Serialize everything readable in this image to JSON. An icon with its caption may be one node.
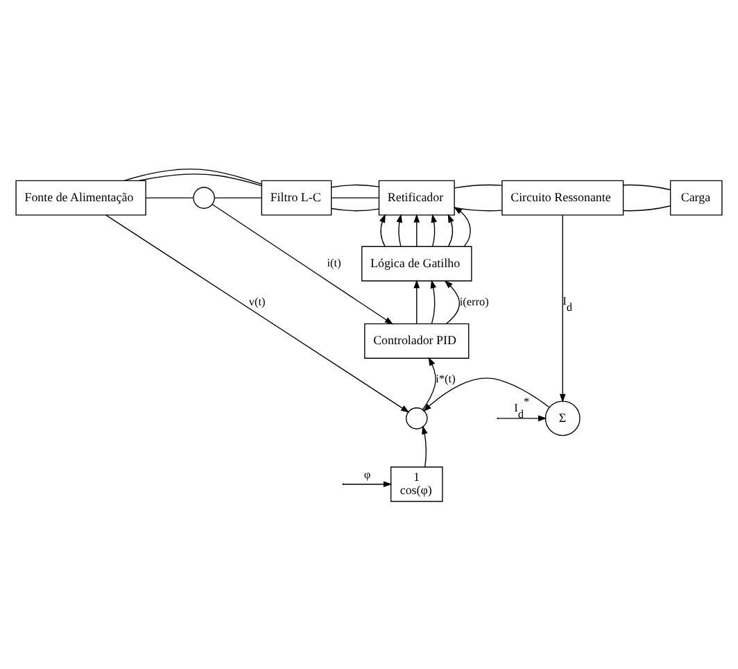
{
  "diagram": {
    "nodes": [
      {
        "text": [
          "Fonte de Alimentação"
        ]
      },
      {
        "text": [],
        "shape": "circle"
      },
      {
        "text": [
          "Filtro L-C"
        ]
      },
      {
        "text": [
          "Retificador"
        ]
      },
      {
        "text": [
          "Circuito Ressonante"
        ]
      },
      {
        "text": [
          "Carga"
        ]
      },
      {
        "text": [
          "Lógica de Gatilho"
        ]
      },
      {
        "text": [
          "Controlador PID"
        ]
      },
      {
        "text": [],
        "shape": "circle"
      },
      {
        "text": [
          "Σ"
        ]
      },
      {
        "text": [
          "1",
          "cos(φ)"
        ]
      }
    ],
    "edges": [
      {
        "from": 0,
        "to": 2,
        "arrow": "none"
      },
      {
        "from": 0,
        "to": 2,
        "arrow": "none"
      },
      {
        "from": 0,
        "to": 1,
        "arrow": "none"
      },
      {
        "from": 1,
        "to": 2,
        "arrow": "none"
      },
      {
        "from": 2,
        "to": 3,
        "arrow": "none"
      },
      {
        "from": 2,
        "to": 3,
        "arrow": "none"
      },
      {
        "from": 2,
        "to": 3,
        "arrow": "none"
      },
      {
        "from": 3,
        "to": 4,
        "arrow": "none"
      },
      {
        "from": 3,
        "to": 4,
        "arrow": "none"
      },
      {
        "from": 4,
        "to": 5,
        "arrow": "none"
      },
      {
        "from": 4,
        "to": 5,
        "arrow": "none"
      },
      {
        "from": 6,
        "to": 3,
        "arrow": "to"
      },
      {
        "from": 6,
        "to": 3,
        "arrow": "to"
      },
      {
        "from": 6,
        "to": 3,
        "arrow": "to"
      },
      {
        "from": 6,
        "to": 3,
        "arrow": "to"
      },
      {
        "from": 6,
        "to": 3,
        "arrow": "to"
      },
      {
        "from": 6,
        "to": 3,
        "arrow": "to"
      },
      {
        "from": 7,
        "to": 6,
        "arrow": "to"
      },
      {
        "from": 7,
        "to": 6,
        "arrow": "to"
      },
      {
        "from": 7,
        "to": 6,
        "arrow": "to",
        "label": "i(erro)"
      },
      {
        "from": 1,
        "to": 7,
        "arrow": "to",
        "label": "i(t)"
      },
      {
        "from": 0,
        "to": 8,
        "arrow": "to",
        "label": "v(t)"
      },
      {
        "from": 4,
        "to": 9,
        "arrow": "to",
        "label": "I$_{d}$"
      },
      {
        "from": null,
        "to": 9,
        "arrow": "to",
        "label": "I$_{d}$$^{*}$"
      },
      {
        "from": 9,
        "to": 8,
        "arrow": "to"
      },
      {
        "from": 8,
        "to": 7,
        "arrow": "to",
        "label": "i*(t)"
      },
      {
        "from": 10,
        "to": 8,
        "arrow": "to"
      },
      {
        "from": null,
        "to": 10,
        "arrow": "to",
        "label": "φ"
      }
    ]
  }
}
